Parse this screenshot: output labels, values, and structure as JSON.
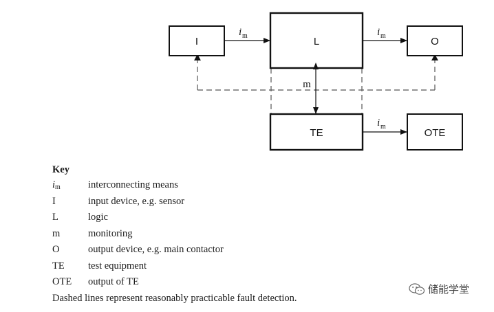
{
  "diagram": {
    "boxes": {
      "input": "I",
      "logic": "L",
      "output": "O",
      "test_equipment": "TE",
      "output_te": "OTE"
    },
    "connectors": {
      "interconnect_symbol": "i",
      "interconnect_sub": "m",
      "monitoring": "m"
    }
  },
  "key": {
    "title": "Key",
    "rows": [
      {
        "term_symbol": "i",
        "term_sub": "m",
        "definition": "interconnecting means"
      },
      {
        "term": "I",
        "definition": "input device, e.g. sensor"
      },
      {
        "term": "L",
        "definition": "logic"
      },
      {
        "term": "m",
        "definition": "monitoring"
      },
      {
        "term": "O",
        "definition": "output device, e.g. main contactor"
      },
      {
        "term": "TE",
        "definition": "test equipment"
      },
      {
        "term": "OTE",
        "definition": "output of TE"
      }
    ],
    "note": "Dashed lines represent reasonably practicable fault detection."
  },
  "watermark": {
    "icon": "wechat-icon",
    "text": "储能学堂"
  }
}
